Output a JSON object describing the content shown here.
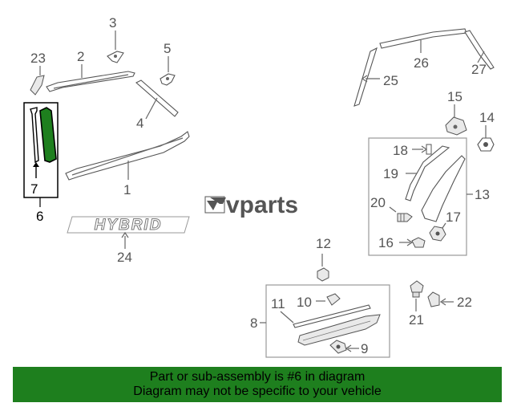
{
  "diagram": {
    "logo_text": "vparts",
    "emblem_text": "HYBRID",
    "part_numbers": {
      "n1": "1",
      "n2": "2",
      "n3": "3",
      "n4": "4",
      "n5": "5",
      "n6": "6",
      "n7": "7",
      "n8": "8",
      "n9": "9",
      "n10": "10",
      "n11": "11",
      "n12": "12",
      "n13": "13",
      "n14": "14",
      "n15": "15",
      "n16": "16",
      "n17": "17",
      "n18": "18",
      "n19": "19",
      "n20": "20",
      "n21": "21",
      "n22": "22",
      "n23": "23",
      "n24": "24",
      "n25": "25",
      "n26": "26",
      "n27": "27"
    },
    "highlight_color": "#1e7f1e"
  },
  "footer": {
    "line1": "Part or sub-assembly is #6 in diagram",
    "line2": "Diagram may not be specific to your vehicle"
  }
}
